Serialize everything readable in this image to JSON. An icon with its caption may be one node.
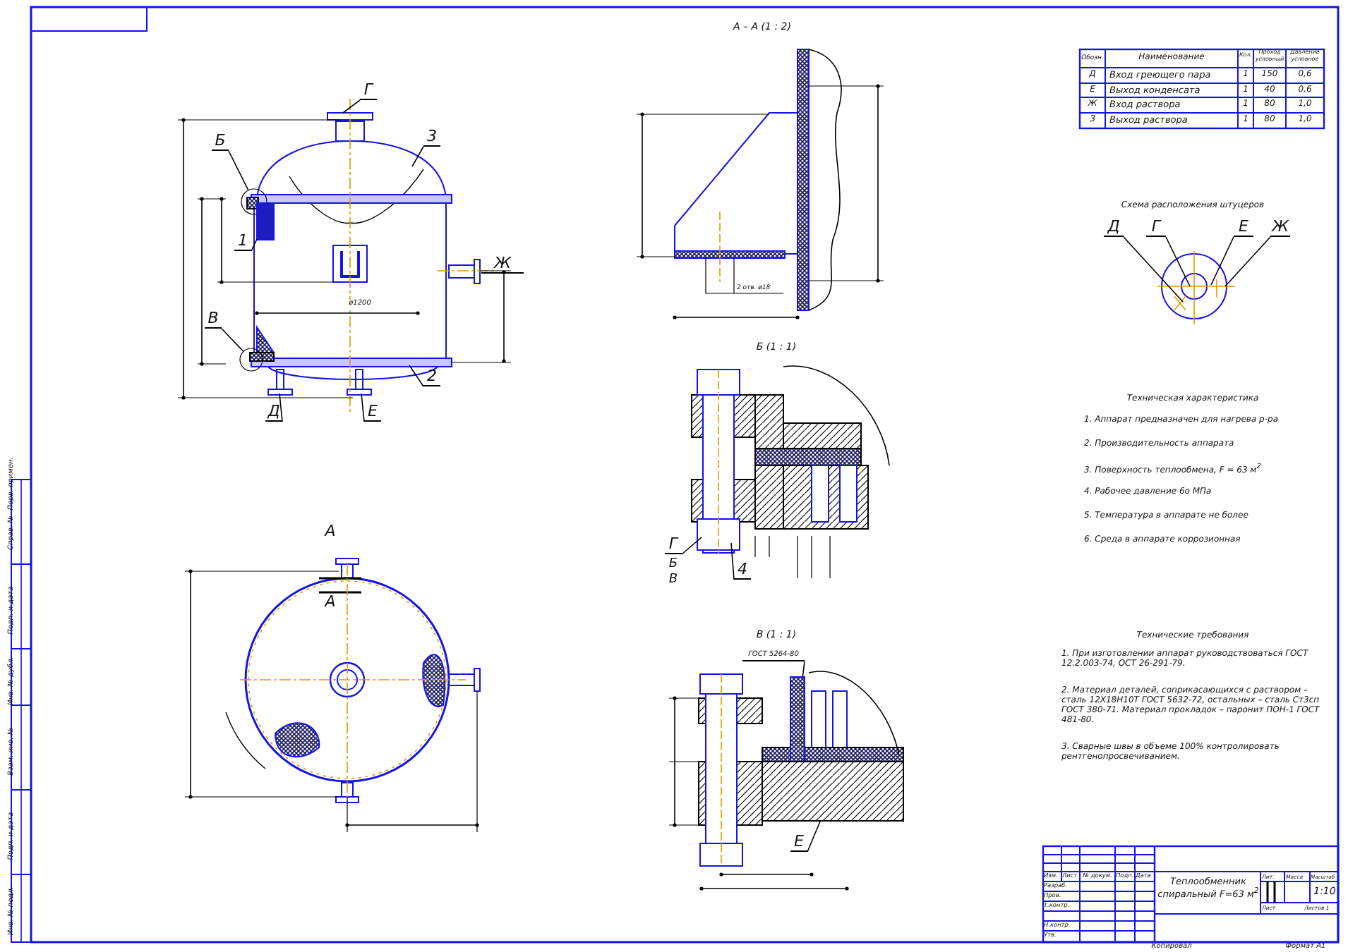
{
  "diagram": {
    "nodes": [
      {
        "text": [
          "Б"
        ]
      },
      {
        "text": [
          "В"
        ]
      },
      {
        "text": [
          "1"
        ]
      },
      {
        "text": [
          "3"
        ]
      },
      {
        "text": [
          "2"
        ]
      },
      {
        "text": [
          "Д"
        ]
      },
      {
        "text": [
          "Е"
        ]
      },
      {
        "text": [
          "Ж"
        ]
      },
      {
        "text": [
          "Г"
        ]
      },
      {
        "text": [
          "Д"
        ]
      },
      {
        "text": [
          "Г"
        ]
      },
      {
        "text": [
          "Е"
        ]
      },
      {
        "text": [
          "Ж"
        ]
      },
      {
        "text": [
          "Г"
        ]
      },
      {
        "text": [
          "4"
        ]
      },
      {
        "text": [
          "Е"
        ]
      },
      {
        "text": [
          "ГОСТ 5264-80"
        ]
      },
      {
        "text": [],
        "shape": "circle"
      },
      {
        "text": [],
        "shape": "circle"
      },
      {
        "text": [],
        "shape": "box"
      },
      {
        "text": [],
        "shape": "box"
      },
      {
        "text": [],
        "shape": "box"
      }
    ],
    "edges": [
      {
        "from": 0,
        "to": 17,
        "arrow": "none"
      },
      {
        "from": 1,
        "to": 18,
        "arrow": "none"
      },
      {
        "from": 2,
        "to": 19,
        "arrow": "none"
      },
      {
        "from": 3,
        "to": null,
        "arrow": "none"
      },
      {
        "from": 4,
        "to": null,
        "arrow": "none"
      },
      {
        "from": 5,
        "to": null,
        "arrow": "none"
      },
      {
        "from": 6,
        "to": null,
        "arrow": "none"
      },
      {
        "from": 8,
        "to": null,
        "arrow": "none"
      },
      {
        "from": 9,
        "to": null,
        "arrow": "none"
      },
      {
        "from": 10,
        "to": null,
        "arrow": "none"
      },
      {
        "from": 11,
        "to": null,
        "arrow": "none"
      },
      {
        "from": 12,
        "to": null,
        "arrow": "none"
      },
      {
        "from": 13,
        "to": null,
        "arrow": "none"
      },
      {
        "from": 14,
        "to": null,
        "arrow": "none"
      },
      {
        "from": 15,
        "to": 21,
        "arrow": "none"
      },
      {
        "from": 16,
        "to": 20,
        "arrow": "none"
      }
    ],
    "labels": [
      "А – А (1 : 2)",
      "2 отв. ø18",
      "Обозн.",
      "Наименование",
      "Кол.",
      "Проход условный",
      "Давление условное",
      "Д",
      "Вход греющего пара",
      "1",
      "150",
      "0,6",
      "Е",
      "Выход конденсата",
      "1",
      "40",
      "0,6",
      "Ж",
      "Вход раствора",
      "1",
      "80",
      "1,0",
      "З",
      "Выход раствора",
      "1",
      "80",
      "1,0",
      "Схема расположения штуцеров",
      "ø1200",
      "Б (1 : 1)",
      "Техническая характеристика",
      "1. Аппарат предназначен для нагрева р-ра",
      "2. Производительность аппарата",
      "3. Поверхность теплообмена, F = 63 м$^{2}$",
      "4. Рабочее давление 6о МПа",
      "5. Температура в аппарате не более",
      "6. Среда в аппарате коррозионная",
      "А",
      "А",
      "Технические требования",
      "1. При изготовлении аппарат руководствоваться ГОСТ 12.2.003-74, ОСТ 26-291-79.",
      "2. Материал деталей, соприкасающихся с раствором – сталь 12Х18Н10Т ГОСТ 5632-72, остальных – сталь Ст3сп ГОСТ 380-71. Материал прокладок – паронит ПОН-1 ГОСТ 481-80.",
      "3. Сварные швы в объеме 100% контролировать рентгенопросвечиванием.",
      "В (1 : 1)",
      "Б",
      "В",
      "Изм.",
      "Лист",
      "№ докум.",
      "Подп.",
      "Дата",
      "Разраб.",
      "Пров.",
      "Т.контр.",
      "Н.контр.",
      "Утв.",
      "Теплообменник спиральный F=63 м$^{2}$",
      "Лит.",
      "Масса",
      "Масштаб",
      "1:10",
      "Лист",
      "Листов 1",
      "Копировал",
      "Формат A1",
      "Инв. № подл.",
      "Подп. и дата",
      "Взам. инв. №",
      "Инв. № дубл.",
      "Подп. и дата",
      "Справ. №",
      "Перв. примен."
    ]
  }
}
